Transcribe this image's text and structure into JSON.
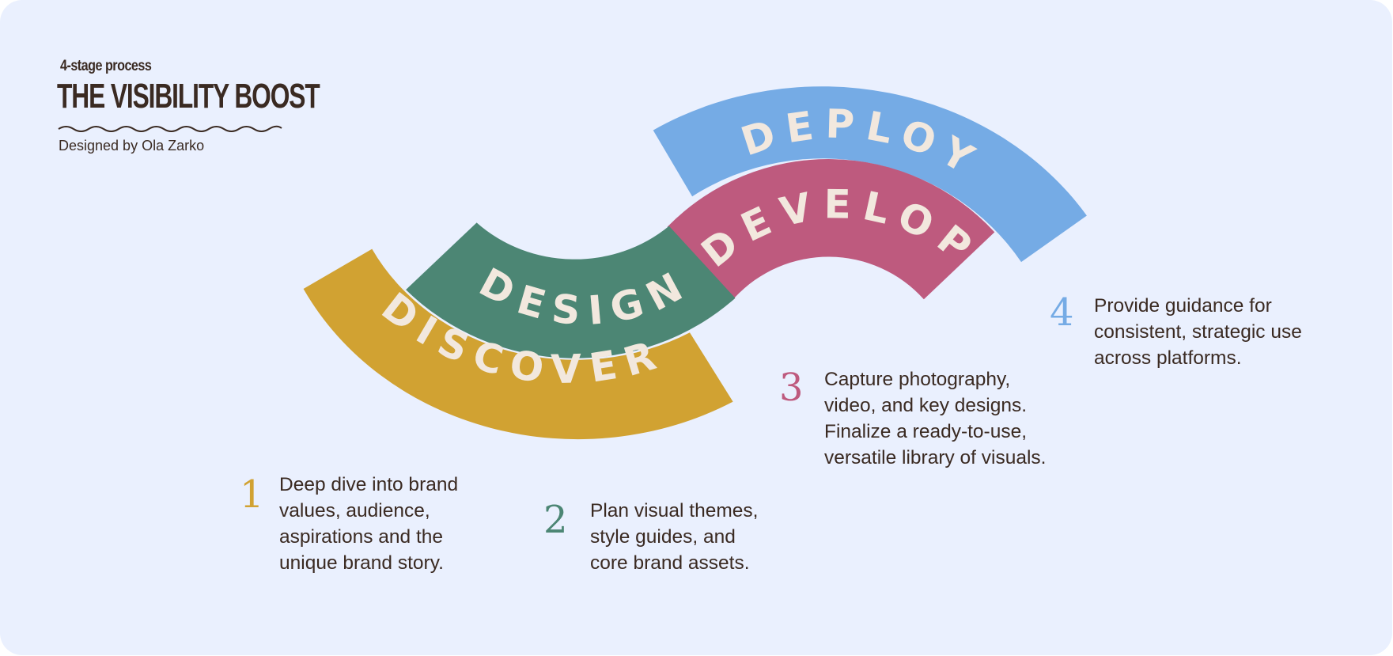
{
  "header": {
    "eyebrow": "4-stage process",
    "title": "THE VISIBILITY BOOST",
    "byline": "Designed by Ola Zarko"
  },
  "stages": [
    {
      "name": "DISCOVER",
      "number": "1",
      "color": "#D1A232",
      "description": [
        "Deep dive into brand",
        "values, audience,",
        "aspirations and the",
        "unique brand story."
      ]
    },
    {
      "name": "DESIGN",
      "number": "2",
      "color": "#4C8674",
      "description": [
        "Plan visual themes,",
        "style guides, and",
        "core brand assets."
      ]
    },
    {
      "name": "DEVELOP",
      "number": "3",
      "color": "#BE5A7E",
      "description": [
        "Capture photography,",
        "video, and key designs.",
        "Finalize a ready-to-use,",
        "versatile library of visuals."
      ]
    },
    {
      "name": "DEPLOY",
      "number": "4",
      "color": "#75ABE5",
      "description": [
        "Provide guidance for",
        "consistent, strategic use",
        "across platforms."
      ]
    }
  ],
  "colors": {
    "background": "#EAF0FE",
    "text": "#3A2A22",
    "arc_label": "#F2E8DE"
  }
}
